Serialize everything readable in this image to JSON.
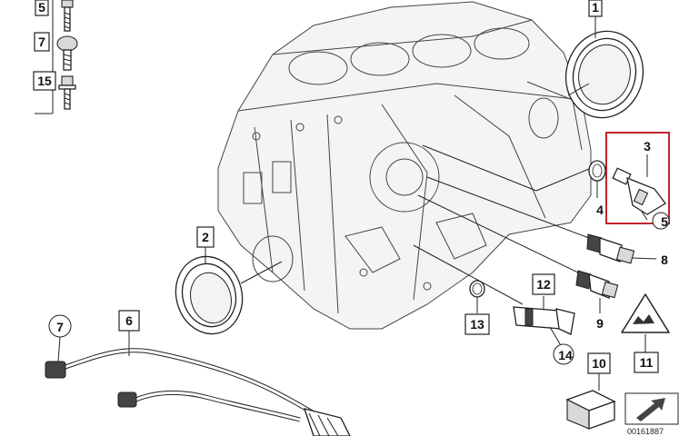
{
  "callouts": {
    "c1": "1",
    "c2": "2",
    "c3": "3",
    "c4": "4",
    "c5_top": "5",
    "c5_sensor": "5",
    "c6": "6",
    "c7_top": "7",
    "c7_hose": "7",
    "c8": "8",
    "c9": "9",
    "c10": "10",
    "c11": "11",
    "c12": "12",
    "c13": "13",
    "c14": "14",
    "c15": "15"
  },
  "diagram_code": "00161887",
  "highlight_color": "#c0262b",
  "icons": [
    "bolt-icon",
    "collar-bolt-icon",
    "washer-bolt-icon",
    "warning-triangle-icon",
    "box-icon",
    "arrow-icon"
  ]
}
